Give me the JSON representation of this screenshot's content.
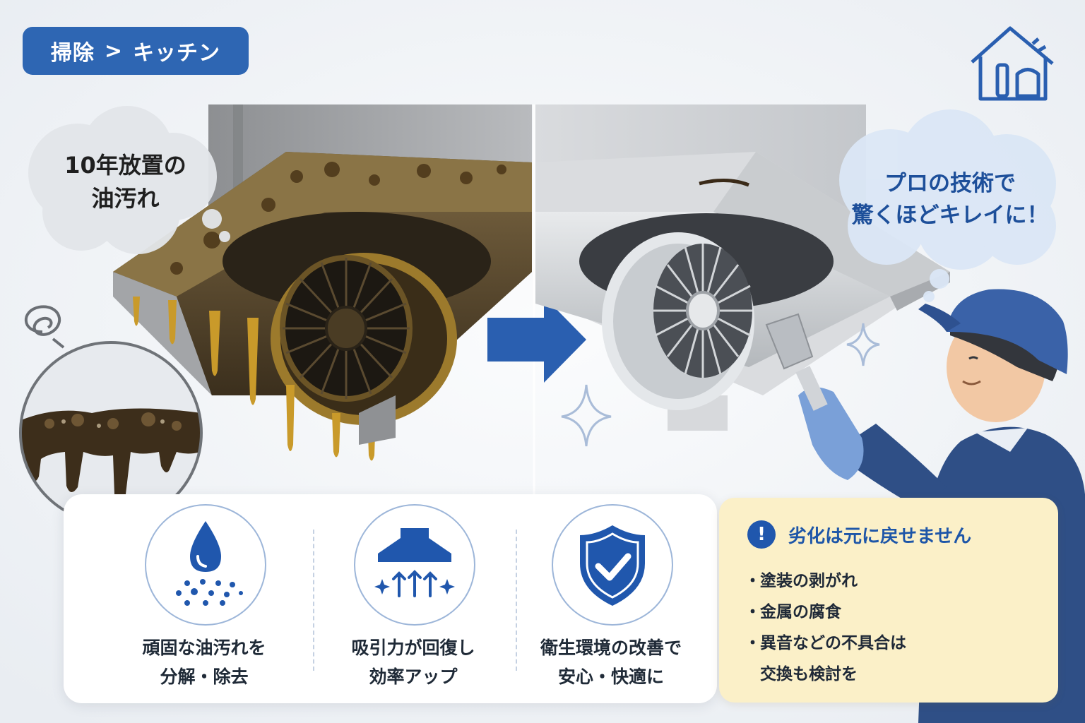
{
  "breadcrumb": {
    "parent": "掃除",
    "separator": ">",
    "current": "キッチン"
  },
  "bubble_left": {
    "line1": "10年放置の",
    "line2": "油汚れ"
  },
  "bubble_right": {
    "line1": "プロの技術で",
    "line2": "驚くほどキレイに！"
  },
  "features": [
    {
      "icon": "water-drop-icon",
      "line1": "頑固な油汚れを",
      "line2": "分解・除去"
    },
    {
      "icon": "range-hood-icon",
      "line1": "吸引力が回復し",
      "line2": "効率アップ"
    },
    {
      "icon": "shield-check-icon",
      "line1": "衛生環境の改善で",
      "line2": "安心・快適に"
    }
  ],
  "warning": {
    "icon": "exclamation-icon",
    "title": "劣化は元に戻せません",
    "items": [
      "塗装の剥がれ",
      "金属の腐食",
      "異音などの不具合は"
    ],
    "continuation": "交換も検討を"
  },
  "colors": {
    "accent": "#2e66b3",
    "grease": "#b8891e",
    "warning_bg": "#fbf0c8"
  }
}
